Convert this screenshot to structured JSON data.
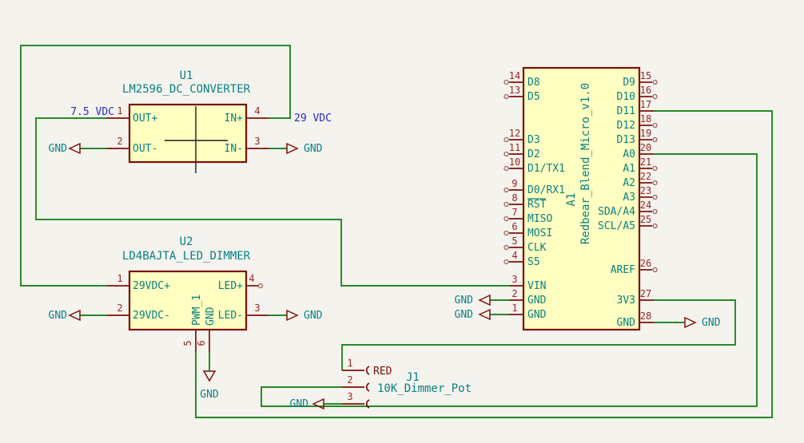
{
  "colors": {
    "background": "#F4F3EE",
    "component-fill": "#FFFFC2",
    "outline": "#7E1007",
    "wire": "#0A790A",
    "teal": "#088181",
    "pin-number": "#9D2421",
    "net-label": "#2A2AC8",
    "nc": "#A66060"
  },
  "schematic": {
    "components": {
      "u1": {
        "ref": "U1",
        "value": "LM2596_DC_CONVERTER",
        "pin1": {
          "num": "1",
          "name": "OUT+"
        },
        "pin2": {
          "num": "2",
          "name": "OUT-"
        },
        "pin3": {
          "num": "3",
          "name": "IN-"
        },
        "pin4": {
          "num": "4",
          "name": "IN+"
        }
      },
      "u2": {
        "ref": "U2",
        "value": "LD4BAJTA_LED_DIMMER",
        "pin1": {
          "num": "1",
          "name": "29VDC+"
        },
        "pin2": {
          "num": "2",
          "name": "29VDC-"
        },
        "pin3": {
          "num": "3",
          "name": "LED-"
        },
        "pin4": {
          "num": "4",
          "name": "LED+"
        },
        "pin5": {
          "num": "5",
          "name": "PWM_1"
        },
        "pin6": {
          "num": "6",
          "name": "GND"
        }
      },
      "a1": {
        "ref": "A1",
        "value": "Redbear_Blend_Micro_v1.0",
        "left": [
          {
            "num": "14",
            "name": "D8"
          },
          {
            "num": "13",
            "name": "D5"
          },
          {
            "num": "12",
            "name": "D3"
          },
          {
            "num": "11",
            "name": "D2"
          },
          {
            "num": "10",
            "name": "D1/TX1"
          },
          {
            "num": "9",
            "name": "D0/RX1"
          },
          {
            "num": "8",
            "name": "RST"
          },
          {
            "num": "7",
            "name": "MISO"
          },
          {
            "num": "6",
            "name": "MOSI"
          },
          {
            "num": "5",
            "name": "CLK"
          },
          {
            "num": "4",
            "name": "S5"
          },
          {
            "num": "3",
            "name": "VIN"
          },
          {
            "num": "2",
            "name": "GND"
          },
          {
            "num": "1",
            "name": "GND"
          }
        ],
        "right": [
          {
            "num": "15",
            "name": "D9"
          },
          {
            "num": "16",
            "name": "D10"
          },
          {
            "num": "17",
            "name": "D11"
          },
          {
            "num": "18",
            "name": "D12"
          },
          {
            "num": "19",
            "name": "D13"
          },
          {
            "num": "20",
            "name": "A0"
          },
          {
            "num": "21",
            "name": "A1"
          },
          {
            "num": "22",
            "name": "A2"
          },
          {
            "num": "23",
            "name": "A3"
          },
          {
            "num": "24",
            "name": "SDA/A4"
          },
          {
            "num": "25",
            "name": "SCL/A5"
          },
          {
            "num": "26",
            "name": "AREF"
          },
          {
            "num": "27",
            "name": "3V3"
          },
          {
            "num": "28",
            "name": "GND"
          }
        ]
      },
      "j1": {
        "ref": "J1",
        "value": "10K_Dimmer_Pot",
        "pin1": {
          "num": "1"
        },
        "pin2": {
          "num": "2"
        },
        "pin3": {
          "num": "3"
        }
      }
    },
    "labels": {
      "out_voltage": "7.5 VDC",
      "in_voltage": "29 VDC",
      "red": "RED",
      "gnd": "GND"
    }
  }
}
